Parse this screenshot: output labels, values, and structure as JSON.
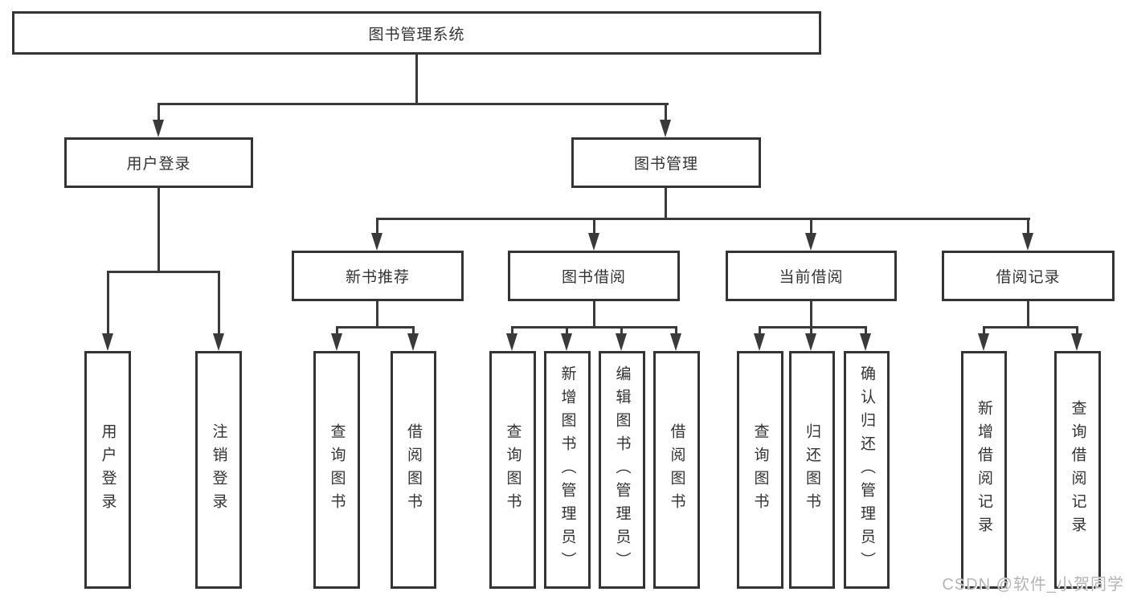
{
  "diagram": {
    "root": {
      "label": "图书管理系统"
    },
    "level2": [
      {
        "label": "用户登录"
      },
      {
        "label": "图书管理"
      }
    ],
    "level3": [
      {
        "label": "新书推荐"
      },
      {
        "label": "图书借阅"
      },
      {
        "label": "当前借阅"
      },
      {
        "label": "借阅记录"
      }
    ],
    "leaves": [
      {
        "label": "用户登录",
        "parent": "用户登录"
      },
      {
        "label": "注销登录",
        "parent": "用户登录"
      },
      {
        "label": "查询图书",
        "parent": "新书推荐"
      },
      {
        "label": "借阅图书",
        "parent": "新书推荐"
      },
      {
        "label": "查询图书",
        "parent": "图书借阅"
      },
      {
        "label": "新增图书（管理员）",
        "parent": "图书借阅"
      },
      {
        "label": "编辑图书（管理员）",
        "parent": "图书借阅"
      },
      {
        "label": "借阅图书",
        "parent": "图书借阅"
      },
      {
        "label": "查询图书",
        "parent": "当前借阅"
      },
      {
        "label": "归还图书",
        "parent": "当前借阅"
      },
      {
        "label": "确认归还（管理员）",
        "parent": "当前借阅"
      },
      {
        "label": "新增借阅记录",
        "parent": "借阅记录"
      },
      {
        "label": "查询借阅记录",
        "parent": "借阅记录"
      }
    ],
    "watermark": "CSDN @软件_小贺同学",
    "colors": {
      "line": "#3a3a3a",
      "box_border": "#343434",
      "text": "#333333",
      "background": "#ffffff",
      "watermark": "#b5b5b5"
    }
  }
}
